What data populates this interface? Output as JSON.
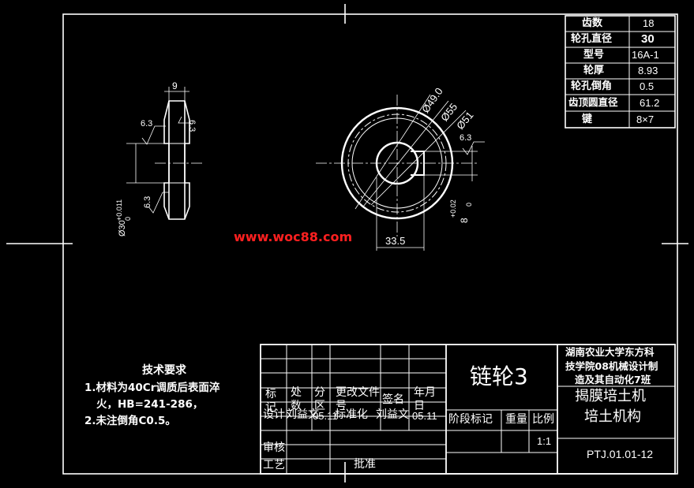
{
  "watermark": {
    "text": "www.woc88.com",
    "color": "#ff2020"
  },
  "params_table": {
    "rows": [
      {
        "label": "齿数",
        "value": "18"
      },
      {
        "label": "轮孔直径",
        "value": "30"
      },
      {
        "label": "型号",
        "value": "16A-1"
      },
      {
        "label": "轮厚",
        "value": "8.93"
      },
      {
        "label": "轮孔倒角",
        "value": "0.5"
      },
      {
        "label": "齿顶圆直径",
        "value": "61.2"
      },
      {
        "label": "键",
        "value": "8×7"
      }
    ]
  },
  "side_view": {
    "width_dim": "9",
    "rough_left": "6.3",
    "rough_right": "6.3",
    "rough_bottom": "6.3",
    "dia_main": "Ø30",
    "dia_tol_upper": "+0.011",
    "dia_tol_lower": "0"
  },
  "front_view": {
    "dim_d1": "Ø49.0",
    "dim_d2": "Ø55",
    "dim_d3": "Ø51",
    "rough": "6.3",
    "key_width": "8",
    "key_tol_upper": "+0.02",
    "key_tol_lower": "0",
    "hub_dim": "33.5"
  },
  "tech_requirements": {
    "title": "技术要求",
    "line1": "1.材料为40Cr调质后表面淬",
    "line2": "火，HB=241-286，",
    "line3": "2.未注倒角C0.5。"
  },
  "title_block": {
    "part_name": "链轮3",
    "org_line1": "湖南农业大学东方科",
    "org_line2": "技学院08机械设计制",
    "org_line3": "造及其自动化7班",
    "project_line1": "揭膜培土机",
    "project_line2": "培土机构",
    "drawing_no": "PTJ.01.01-12",
    "col_mark": "标记",
    "col_count": "处数",
    "col_zone": "分区",
    "col_change_doc": "更改文件号",
    "col_sign": "签名",
    "col_date": "年月日",
    "row_design": "设计",
    "designer": "刘益文",
    "design_date": "05.11",
    "row_standard": "标准化",
    "standardizer": "刘益文",
    "standard_date": "05.11",
    "stage_mark": "阶段标记",
    "weight": "重量",
    "scale": "比例",
    "scale_value": "1:1",
    "row_review": "审核",
    "row_process": "工艺",
    "approve": "批准"
  }
}
